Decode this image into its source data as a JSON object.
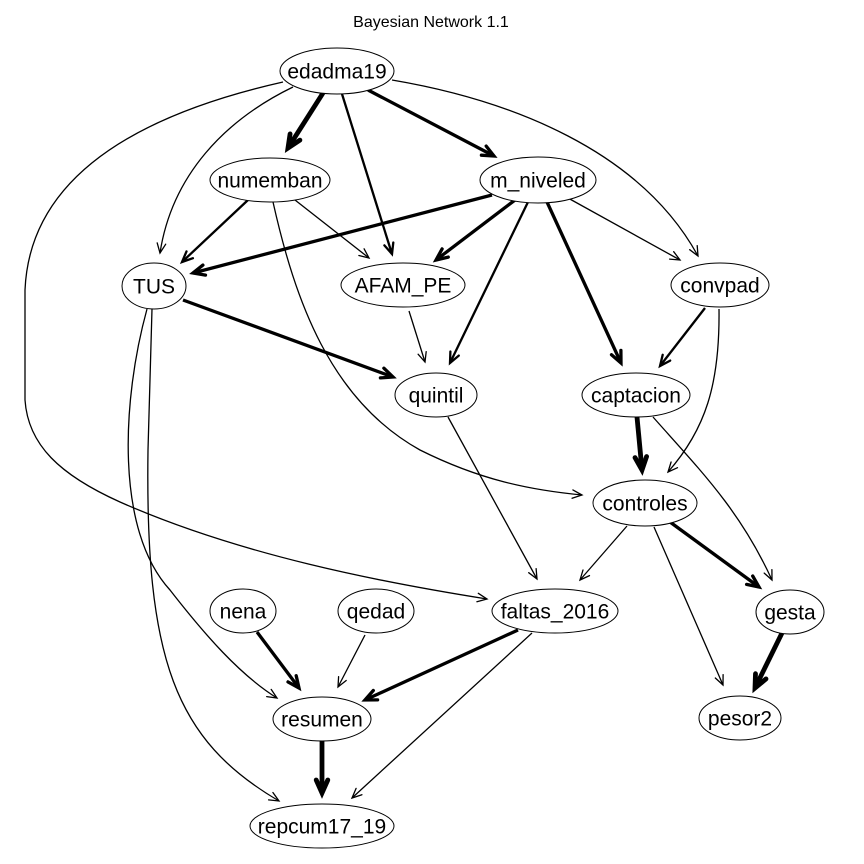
{
  "title": "Bayesian Network 1.1",
  "graph": {
    "type": "directed-acyclic-graph",
    "node_shape": "ellipse",
    "nodes": [
      {
        "id": "edadma19",
        "label": "edadma19"
      },
      {
        "id": "numemban",
        "label": "numemban"
      },
      {
        "id": "m_niveled",
        "label": "m_niveled"
      },
      {
        "id": "TUS",
        "label": "TUS"
      },
      {
        "id": "AFAM_PE",
        "label": "AFAM_PE"
      },
      {
        "id": "convpad",
        "label": "convpad"
      },
      {
        "id": "quintil",
        "label": "quintil"
      },
      {
        "id": "captacion",
        "label": "captacion"
      },
      {
        "id": "controles",
        "label": "controles"
      },
      {
        "id": "nena",
        "label": "nena"
      },
      {
        "id": "qedad",
        "label": "qedad"
      },
      {
        "id": "faltas_2016",
        "label": "faltas_2016"
      },
      {
        "id": "gesta",
        "label": "gesta"
      },
      {
        "id": "resumen",
        "label": "resumen"
      },
      {
        "id": "pesor2",
        "label": "pesor2"
      },
      {
        "id": "repcum17_19",
        "label": "repcum17_19"
      }
    ],
    "edge_strength_scale": "relative arc strength shown by line thickness, 1 = thinnest, 4 = thickest",
    "edges": [
      {
        "from": "edadma19",
        "to": "numemban",
        "strength_level": 4
      },
      {
        "from": "edadma19",
        "to": "AFAM_PE",
        "strength_level": 2
      },
      {
        "from": "edadma19",
        "to": "m_niveled",
        "strength_level": 3
      },
      {
        "from": "edadma19",
        "to": "TUS",
        "strength_level": 1
      },
      {
        "from": "edadma19",
        "to": "convpad",
        "strength_level": 1
      },
      {
        "from": "edadma19",
        "to": "faltas_2016",
        "strength_level": 1
      },
      {
        "from": "numemban",
        "to": "TUS",
        "strength_level": 2
      },
      {
        "from": "numemban",
        "to": "AFAM_PE",
        "strength_level": 1
      },
      {
        "from": "numemban",
        "to": "controles",
        "strength_level": 1
      },
      {
        "from": "m_niveled",
        "to": "TUS",
        "strength_level": 3
      },
      {
        "from": "m_niveled",
        "to": "AFAM_PE",
        "strength_level": 3
      },
      {
        "from": "m_niveled",
        "to": "quintil",
        "strength_level": 2
      },
      {
        "from": "m_niveled",
        "to": "captacion",
        "strength_level": 3
      },
      {
        "from": "m_niveled",
        "to": "convpad",
        "strength_level": 1
      },
      {
        "from": "TUS",
        "to": "quintil",
        "strength_level": 3
      },
      {
        "from": "TUS",
        "to": "resumen",
        "strength_level": 1
      },
      {
        "from": "TUS",
        "to": "repcum17_19",
        "strength_level": 1
      },
      {
        "from": "AFAM_PE",
        "to": "quintil",
        "strength_level": 1
      },
      {
        "from": "convpad",
        "to": "captacion",
        "strength_level": 2
      },
      {
        "from": "convpad",
        "to": "controles",
        "strength_level": 1
      },
      {
        "from": "quintil",
        "to": "faltas_2016",
        "strength_level": 1
      },
      {
        "from": "captacion",
        "to": "controles",
        "strength_level": 4
      },
      {
        "from": "captacion",
        "to": "gesta",
        "strength_level": 1
      },
      {
        "from": "controles",
        "to": "faltas_2016",
        "strength_level": 1
      },
      {
        "from": "controles",
        "to": "gesta",
        "strength_level": 3
      },
      {
        "from": "controles",
        "to": "pesor2",
        "strength_level": 1
      },
      {
        "from": "gesta",
        "to": "pesor2",
        "strength_level": 4
      },
      {
        "from": "nena",
        "to": "resumen",
        "strength_level": 3
      },
      {
        "from": "qedad",
        "to": "resumen",
        "strength_level": 1
      },
      {
        "from": "faltas_2016",
        "to": "resumen",
        "strength_level": 3
      },
      {
        "from": "faltas_2016",
        "to": "repcum17_19",
        "strength_level": 1
      },
      {
        "from": "resumen",
        "to": "repcum17_19",
        "strength_level": 4
      }
    ]
  }
}
